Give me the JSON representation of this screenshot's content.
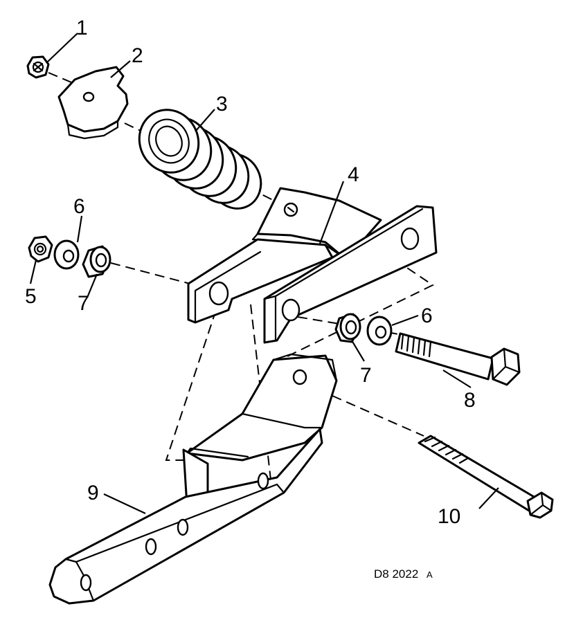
{
  "callouts": [
    "1",
    "2",
    "3",
    "4",
    "5",
    "6",
    "7",
    "6",
    "7",
    "8",
    "9",
    "10"
  ],
  "drawing_code": {
    "main": "D8 2022",
    "suffix": "A"
  },
  "colors": {
    "line": "#000000",
    "background": "#ffffff"
  }
}
